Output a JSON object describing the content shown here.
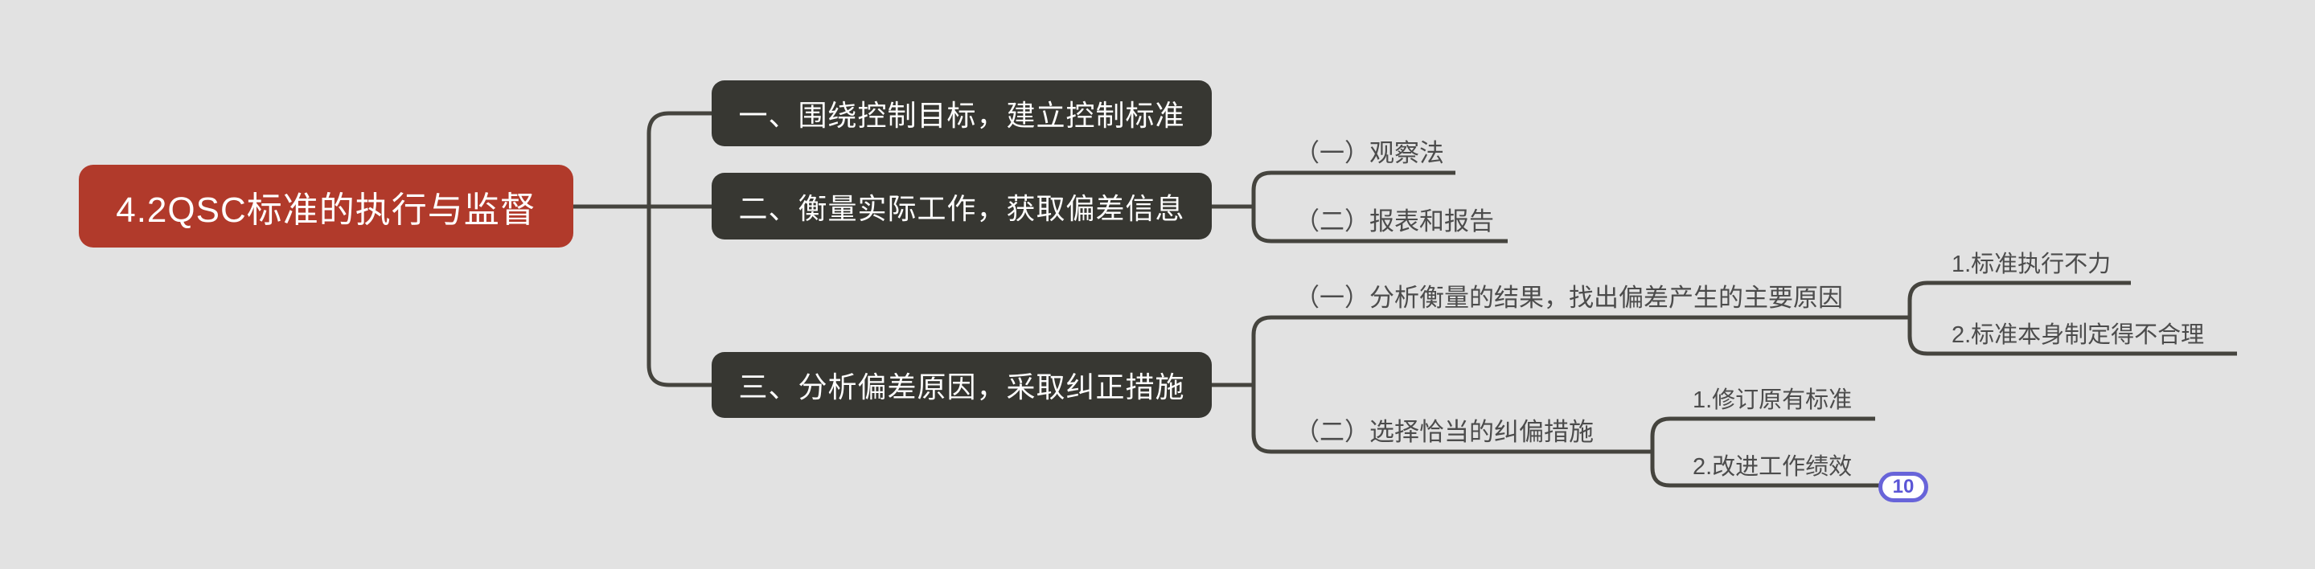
{
  "diagram": {
    "type": "mindmap",
    "background": "#e2e2e2",
    "palette": {
      "root_bg": "#b13a2b",
      "branch_bg": "#373732",
      "node_text": "#ffffff",
      "line": "#45443e",
      "leaf_text": "#4c4c4c",
      "badge_border": "#6864d9",
      "badge_text": "#5b56d6",
      "badge_bg": "#ffffff"
    },
    "root": {
      "label": "4.2QSC标准的执行与监督"
    },
    "branches": [
      {
        "label": "一、围绕控制目标，建立控制标准",
        "children": []
      },
      {
        "label": "二、衡量实际工作，获取偏差信息",
        "children": [
          {
            "label": "（一）观察法",
            "children": []
          },
          {
            "label": "（二）报表和报告",
            "children": []
          }
        ]
      },
      {
        "label": "三、分析偏差原因，采取纠正措施",
        "children": [
          {
            "label": "（一）分析衡量的结果，找出偏差产生的主要原因",
            "children": [
              {
                "label": "1.标准执行不力"
              },
              {
                "label": "2.标准本身制定得不合理"
              }
            ]
          },
          {
            "label": "（二）选择恰当的纠偏措施",
            "children": [
              {
                "label": "1.修订原有标准"
              },
              {
                "label": "2.改进工作绩效",
                "badge": "10"
              }
            ]
          }
        ]
      }
    ]
  }
}
